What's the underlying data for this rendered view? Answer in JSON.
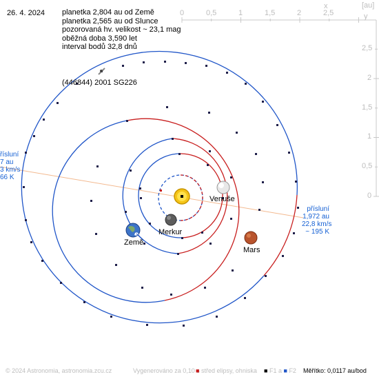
{
  "date": "26. 4. 2024",
  "info": {
    "line1": "planetka 2,804 au od Země",
    "line2": "planetka 2,565 au od Slunce",
    "line3": "pozorovaná hv. velikost ~ 23,1 mag",
    "line4": "oběžná doba 3,590 let",
    "line5": "interval bodů 32,8 dnů"
  },
  "asteroid_name": "(446844) 2001 SG226",
  "axes": {
    "unit_label": "[au]",
    "x_label": "x",
    "y_label": "y",
    "x_ticks": [
      "0",
      "0,5",
      "1",
      "1,5",
      "2",
      "2,5"
    ],
    "y_ticks": [
      "2,5",
      "2",
      "1,5",
      "1",
      "0,5",
      "0"
    ]
  },
  "planets": {
    "venus": "Venuše",
    "earth": "Země",
    "mercury": "Merkur",
    "mars": "Mars"
  },
  "perihelion": {
    "label": "přísluní",
    "distance": "1,972 au",
    "speed": "22,8 km/s",
    "temp": "~ 195 K"
  },
  "aphelion_partial": {
    "label": "řísluní",
    "distance": "7 au",
    "speed": "3 km/s",
    "temp": "66 K"
  },
  "footer": {
    "copyright": "© 2024 Astronomia, astronomia.zcu.cz",
    "generated": "Vygenerováno za 0,10 s",
    "legend_center": "střed elipsy, ohniska",
    "legend_f1": "F1 a",
    "legend_f2": "F2",
    "scale": "Měřítko: 0,0117 au/bod"
  },
  "colors": {
    "blue_orbit": "#1f55c8",
    "red_orbit": "#c81e1e",
    "apsis_line": "#f3b98f",
    "axis_grey": "#bdbdbd"
  }
}
